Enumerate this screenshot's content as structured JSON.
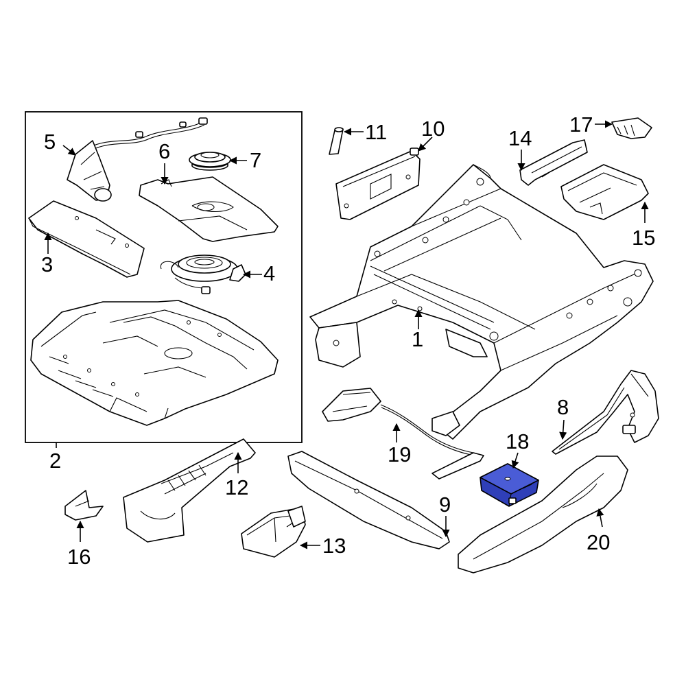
{
  "callouts": {
    "c1": "1",
    "c2": "2",
    "c3": "3",
    "c4": "4",
    "c5": "5",
    "c6": "6",
    "c7": "7",
    "c8": "8",
    "c9": "9",
    "c10": "10",
    "c11": "11",
    "c12": "12",
    "c13": "13",
    "c14": "14",
    "c15": "15",
    "c16": "16",
    "c17": "17",
    "c18": "18",
    "c19": "19",
    "c20": "20"
  },
  "colors": {
    "highlight": "#2f3fb8",
    "highlight_light": "#4a5cd6",
    "line": "#000000",
    "background": "#ffffff"
  },
  "highlighted_part": "18"
}
